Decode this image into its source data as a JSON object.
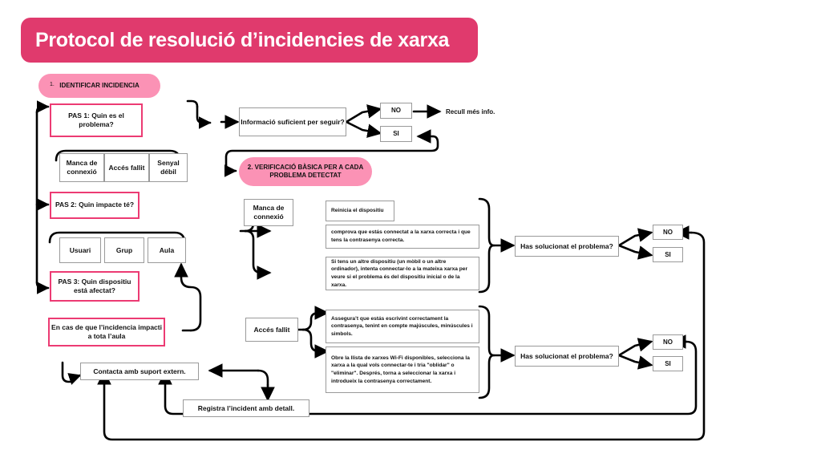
{
  "header": {
    "title": "Protocol de resolució d’incidencies de xarxa"
  },
  "sections": [
    {
      "number": "1.",
      "label": "IDENTIFICAR INCIDENCIA"
    },
    {
      "number": "2.",
      "label": "2. VERIFICACIÓ BÀSICA PER A CADA PROBLEMA DETECTAT"
    }
  ],
  "steps": [
    {
      "id": "pas1",
      "label": "PAS 1: Quin es el problema?"
    },
    {
      "id": "pas2",
      "label": "PAS 2: Quin impacte té?"
    },
    {
      "id": "pas3",
      "label": "PAS 3: Quin dispositiu está afectat?"
    }
  ],
  "problem_types": [
    {
      "label": "Manca de connexió"
    },
    {
      "label": "Accés fallit"
    },
    {
      "label": "Senyal débil"
    }
  ],
  "impact_scopes": [
    {
      "label": "Usuari"
    },
    {
      "label": "Grup"
    },
    {
      "label": "Aula"
    }
  ],
  "classroom_note": {
    "label": "En cas de que l’incidencia impacti a tota l’aula"
  },
  "info_decision": {
    "question": "Informació suficient per seguir?",
    "option_no": "NO",
    "option_si": "SI",
    "no_outcome": "Recull més info."
  },
  "verification": {
    "group_a": {
      "label": "Manca de connexió",
      "actions": [
        "Reinicia el dispositiu",
        " comprova que estás connectat a la xarxa correcta i que tens la contrasenya correcta.",
        "Si tens un altre dispositiu (un mòbil o un altre ordinador), intenta connectar-lo a la mateixa xarxa per veure si el problema és del dispositiu inicial o de la xarxa."
      ],
      "decision": {
        "question": "Has solucionat el problema?",
        "option_no": "NO",
        "option_si": "SI"
      }
    },
    "group_b": {
      "label": "Accés fallit",
      "actions": [
        "Assegura’t que estás escrivint correctament la contrasenya, tenint en compte majúscules, minúscules i simbols.",
        "Obre la llista de xarxes Wi-Fi disponibles, selecciona la xarxa a la qual vols connectar-te i tria \"oblidar\" o \"eliminar\". Després, torna a seleccionar la xarxa i introdueix la contrasenya correctament."
      ],
      "decision": {
        "question": "Has solucionat el problema?",
        "option_no": "NO",
        "option_si": "SI"
      }
    }
  },
  "outcomes": [
    {
      "id": "support",
      "label": "Contacta amb suport extern."
    },
    {
      "id": "log",
      "label": "Registra l’incident amb detall."
    }
  ],
  "colors": {
    "brand_pink": "#e03a6d",
    "badge_pink": "#fb92b5",
    "step_border": "#ec3b73",
    "box_border": "#9a9a9a",
    "edge": "#000000"
  }
}
